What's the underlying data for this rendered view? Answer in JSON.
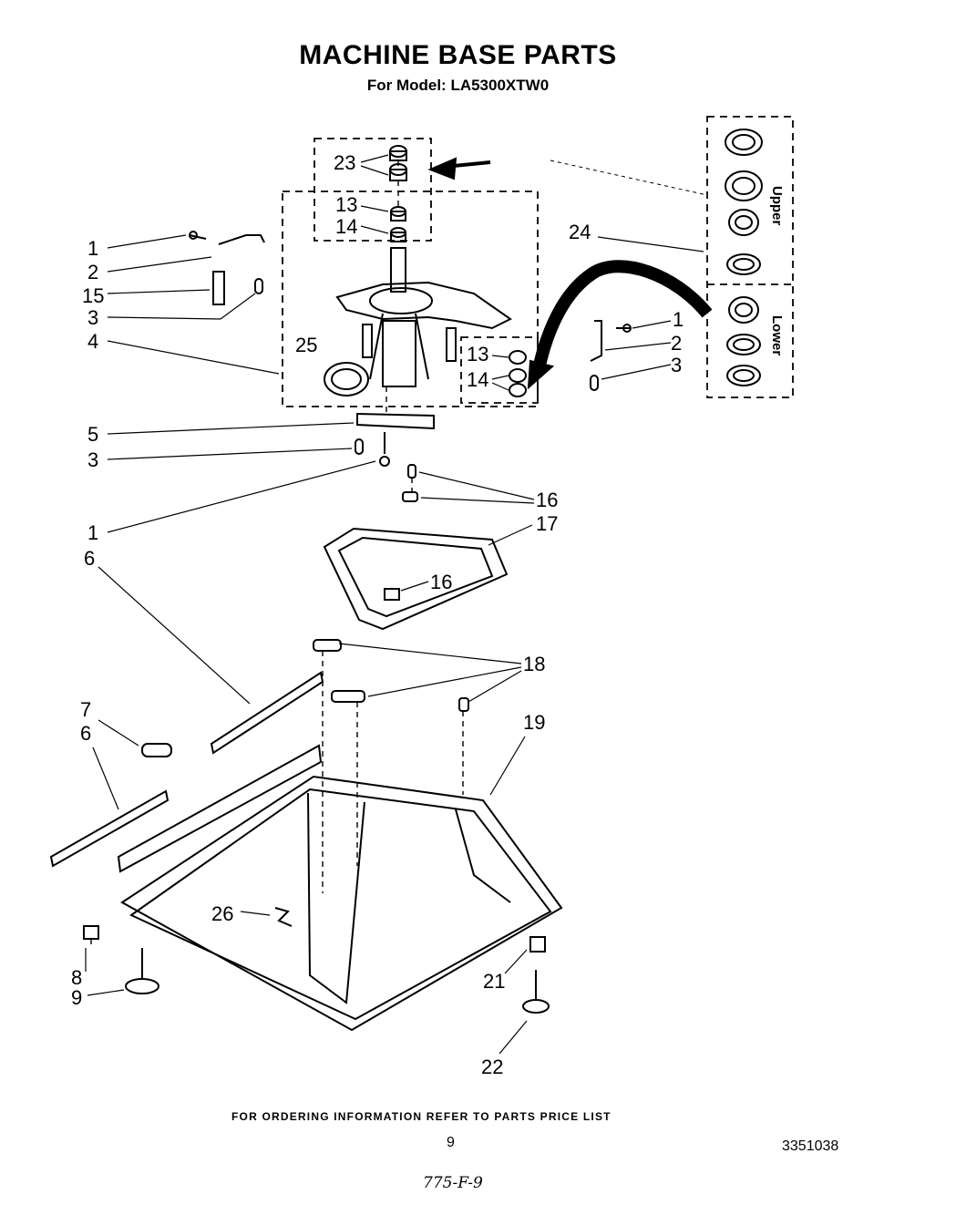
{
  "title": "MACHINE BASE PARTS",
  "subtitle": "For Model: LA5300XTW0",
  "footer_note": "FOR ORDERING INFORMATION REFER TO PARTS PRICE LIST",
  "page_number": "9",
  "document_number": "3351038",
  "handwritten_note": "775-F-9",
  "inset_labels": {
    "upper": "Upper",
    "lower": "Lower"
  },
  "callouts": [
    "23",
    "13",
    "14",
    "1",
    "2",
    "15",
    "3",
    "4",
    "25",
    "24",
    "1",
    "2",
    "3",
    "13",
    "14",
    "5",
    "3",
    "1",
    "16",
    "17",
    "16",
    "6",
    "18",
    "7",
    "6",
    "19",
    "26",
    "8",
    "9",
    "21",
    "22"
  ]
}
